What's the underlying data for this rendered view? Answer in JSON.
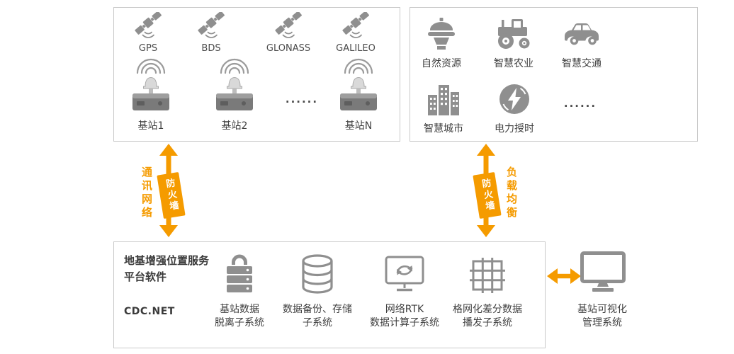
{
  "colors": {
    "accent": "#F59B00",
    "icon_gray": "#8F8F8F",
    "panel_border": "#C9C9C9",
    "text": "#3F3F3F"
  },
  "icons": {
    "satellite": "satellite-icon",
    "base_station": "base-station-icon",
    "gnss_receiver": "gnss-receiver-icon",
    "tractor": "tractor-icon",
    "car": "car-icon",
    "city": "city-buildings-icon",
    "power_timing": "lightning-icon",
    "data_lock": "lock-stack-icon",
    "storage": "database-icon",
    "network_rtk": "monitor-sync-icon",
    "grid_broadcast": "grid-icon",
    "management": "monitor-icon",
    "link": "double-arrow-icon"
  },
  "gnss_box": {
    "satellites": [
      {
        "label": "GPS"
      },
      {
        "label": "BDS"
      },
      {
        "label": "GLONASS"
      },
      {
        "label": "GALILEO"
      }
    ],
    "stations": [
      {
        "label": "基站1"
      },
      {
        "label": "基站2"
      },
      {
        "label": "基站N"
      }
    ],
    "dots": "······"
  },
  "apps_box": {
    "row1": [
      {
        "label": "自然资源"
      },
      {
        "label": "智慧农业"
      },
      {
        "label": "智慧交通"
      }
    ],
    "row2": [
      {
        "label": "智慧城市"
      },
      {
        "label": "电力授时"
      }
    ],
    "dots": "······"
  },
  "left_link": {
    "label": "通讯网络",
    "badge": "防火墙"
  },
  "right_link": {
    "label": "负载均衡",
    "badge": "防火墙"
  },
  "platform_box": {
    "title_line1": "地基增强位置服务",
    "title_line2": "平台软件",
    "product": "CDC.NET",
    "subsystems": [
      {
        "line1": "基站数据",
        "line2": "脱离子系统"
      },
      {
        "line1": "数据备份、存储",
        "line2": "子系统"
      },
      {
        "line1": "网络RTK",
        "line2": "数据计算子系统"
      },
      {
        "line1": "格网化差分数据",
        "line2": "播发子系统"
      }
    ]
  },
  "management": {
    "line1": "基站可视化",
    "line2": "管理系统"
  }
}
